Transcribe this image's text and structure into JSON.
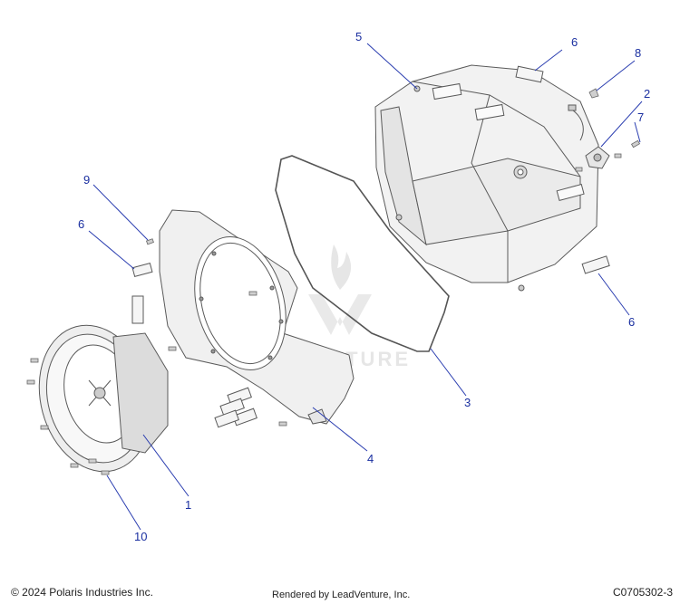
{
  "callouts": [
    {
      "id": "1",
      "label": "1"
    },
    {
      "id": "2",
      "label": "2"
    },
    {
      "id": "3",
      "label": "3"
    },
    {
      "id": "4",
      "label": "4"
    },
    {
      "id": "5",
      "label": "5"
    },
    {
      "id": "6a",
      "label": "6"
    },
    {
      "id": "6b",
      "label": "6"
    },
    {
      "id": "6c",
      "label": "6"
    },
    {
      "id": "7",
      "label": "7"
    },
    {
      "id": "8",
      "label": "8"
    },
    {
      "id": "9",
      "label": "9"
    },
    {
      "id": "10",
      "label": "10"
    }
  ],
  "footer": {
    "copyright": "© 2024 Polaris Industries Inc.",
    "rendered_by": "Rendered by LeadVenture, Inc.",
    "diagram_code": "C0705302-3"
  },
  "watermark": {
    "text": "LEADVENTURE"
  },
  "colors": {
    "callout": "#1a2fa0",
    "line": "#5a5a5a",
    "fill": "#f2f2f2"
  }
}
